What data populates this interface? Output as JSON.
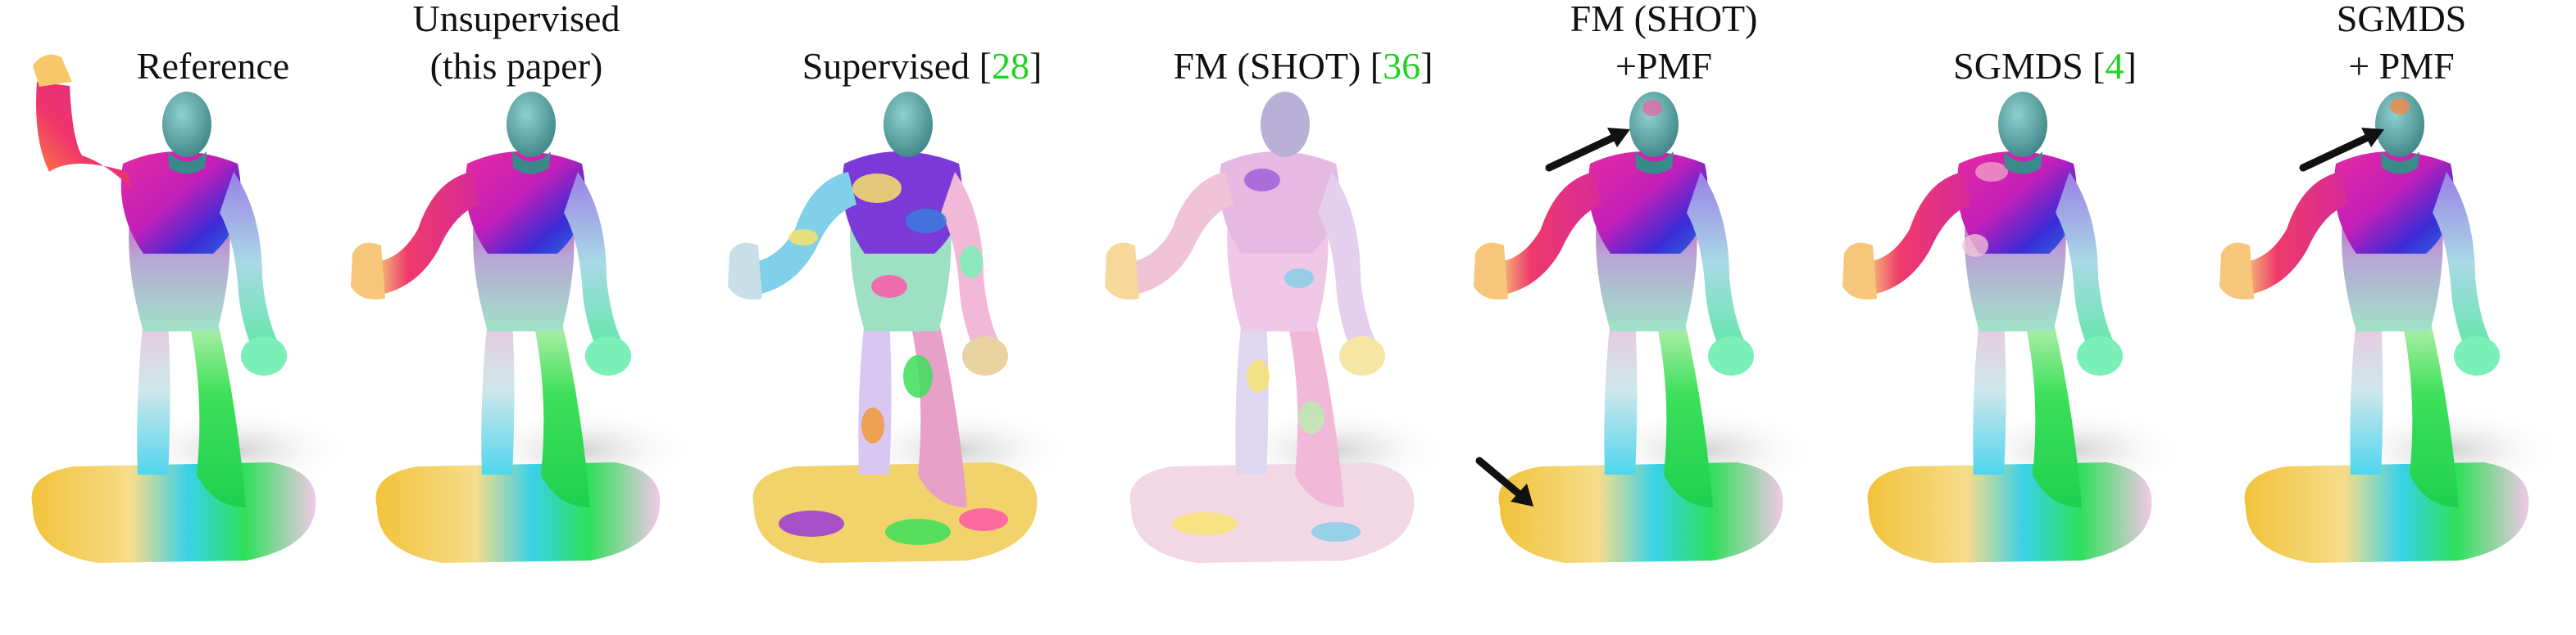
{
  "figure": {
    "panels": [
      {
        "id": "reference",
        "line1": "Reference",
        "line2": "",
        "cite": ""
      },
      {
        "id": "unsupervised",
        "line1": "Unsupervised",
        "line2": "(this paper)",
        "cite": ""
      },
      {
        "id": "supervised",
        "line1": "Supervised ",
        "line2": "",
        "cite": "28"
      },
      {
        "id": "fm-shot",
        "line1": "FM (SHOT) ",
        "line2": "",
        "cite": "36"
      },
      {
        "id": "fm-shot-pmf",
        "line1": "FM (SHOT)",
        "line2": "+PMF",
        "cite": ""
      },
      {
        "id": "sgmds",
        "line1": "SGMDS ",
        "line2": "",
        "cite": "4"
      },
      {
        "id": "sgmds-pmf",
        "line1": "SGMDS",
        "line2": "+ PMF",
        "cite": ""
      }
    ],
    "colors": {
      "citation": "#1fd31f",
      "arrow": "#111111",
      "body_magenta": "#e2249a",
      "chest_blue": "#3b2bd6",
      "legs_green": "#2fe05a",
      "head_teal": "#4f9a9a",
      "base_yellow": "#f2c23a"
    }
  }
}
